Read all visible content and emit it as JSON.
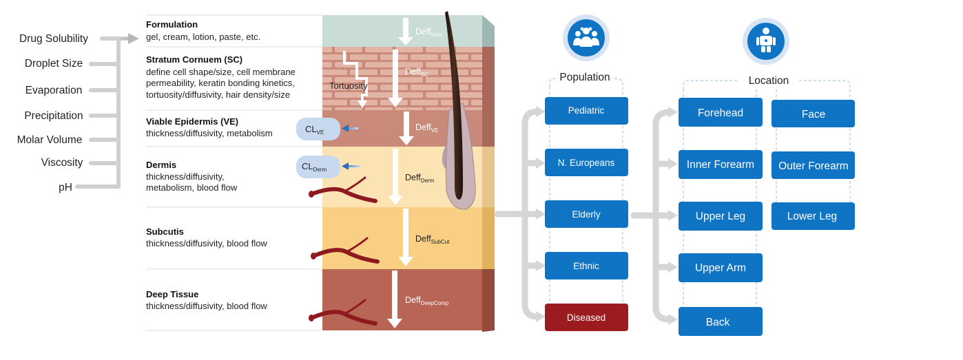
{
  "properties": [
    "Drug Solubility",
    "Droplet Size",
    "Evaporation",
    "Precipitation",
    "Molar Volume",
    "Viscosity",
    "pH"
  ],
  "layers": [
    {
      "title": "Formulation",
      "desc": [
        "gel, cream, lotion, paste, etc."
      ],
      "deff_main": "Deff",
      "deff_sub": "form"
    },
    {
      "title": "Stratum Cornuem (SC)",
      "desc": [
        "define cell shape/size, cell membrane",
        "permeability, keratin bonding kinetics,",
        "tortuosity/diffusivity, hair density/size"
      ],
      "deff_main": "Deff",
      "deff_sub": "SC"
    },
    {
      "title": "Viable Epidermis (VE)",
      "desc": [
        "thickness/diffusivity, metabolism"
      ],
      "deff_main": "Deff",
      "deff_sub": "VE"
    },
    {
      "title": "Dermis",
      "desc": [
        "thickness/diffusivity,",
        "metabolism, blood flow"
      ],
      "deff_main": "Deff",
      "deff_sub": "Derm"
    },
    {
      "title": "Subcutis",
      "desc": [
        "thickness/diffusivity, blood flow"
      ],
      "deff_main": "Deff",
      "deff_sub": "SubCut"
    },
    {
      "title": "Deep Tissue",
      "desc": [
        "thickness/diffusivity, blood flow"
      ],
      "deff_main": "Deff",
      "deff_sub": "DeepComp"
    }
  ],
  "tortuosity_label": "Tortuosity",
  "clearances": [
    {
      "main": "CL",
      "sub": "VE"
    },
    {
      "main": "CL",
      "sub": "Derm"
    }
  ],
  "population": {
    "title": "Population",
    "icon": "people-group-icon",
    "items": [
      {
        "label": "Pediatric",
        "color": "#0f74c4"
      },
      {
        "label": "N. Europeans",
        "color": "#0f74c4"
      },
      {
        "label": "Elderly",
        "color": "#0f74c4"
      },
      {
        "label": "Ethnic",
        "color": "#0f74c4"
      },
      {
        "label": "Diseased",
        "color": "#9c1b1f"
      }
    ]
  },
  "location": {
    "title": "Location",
    "icon": "body-figure-icon",
    "column1": [
      "Forehead",
      "Inner Forearm",
      "Upper Leg",
      "Upper Arm",
      "Back"
    ],
    "column2": [
      "Face",
      "Outer Forearm",
      "Lower Leg"
    ]
  },
  "colors": {
    "box_blue": "#0f74c4",
    "box_red": "#9c1b1f",
    "formulation": "#c9dcd8",
    "stratum_corneum": "#c98a79",
    "viable_epidermis": "#c98a79",
    "dermis": "#fbe3b4",
    "subcutis": "#f9cf84",
    "deep_tissue": "#b86555"
  }
}
